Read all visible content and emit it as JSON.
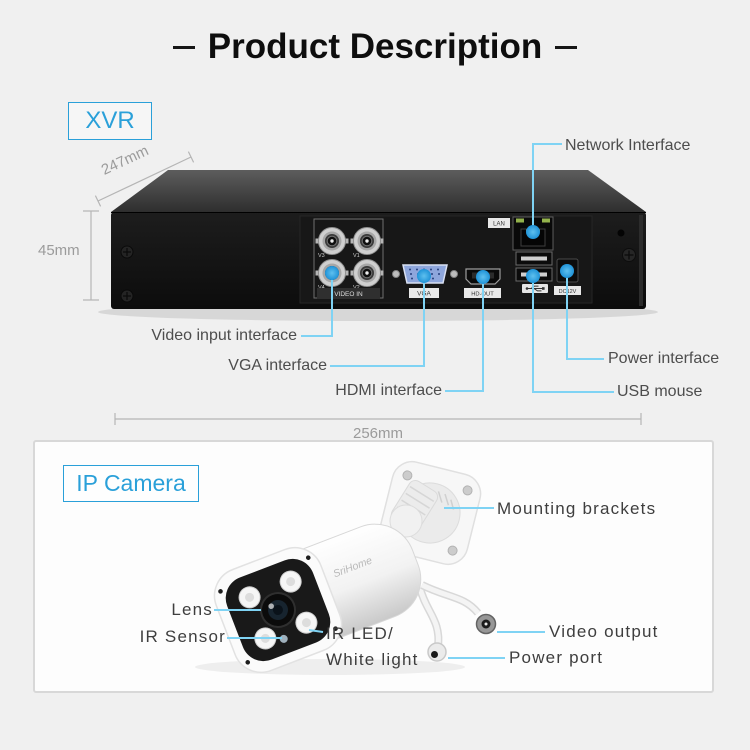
{
  "header": {
    "title": "Product Description"
  },
  "theme": {
    "background": "#f0f0f0",
    "accent_blue": "#2aa0d9",
    "callout_line_color": "#7fd3f4",
    "callout_dot_color": "#2f9fdf",
    "label_color": "#4d4d4d",
    "dimension_color": "#9b9b9b"
  },
  "xvr": {
    "badge_label": "XVR",
    "dimensions": {
      "depth": "247mm",
      "height": "45mm",
      "width": "256mm"
    },
    "ports": {
      "video_in_label": "VIDEO IN",
      "bnc_labels": [
        "V3",
        "V1",
        "V4",
        "V2"
      ],
      "vga_label": "VGA",
      "hdmi_label": "HD-OUT",
      "lan_label": "LAN",
      "power_label": "DC12V"
    },
    "callouts": {
      "network": "Network Interface",
      "video_input": "Video input interface",
      "vga": "VGA interface",
      "hdmi": "HDMI interface",
      "power": "Power interface",
      "usb": "USB mouse"
    }
  },
  "camera": {
    "badge_label": "IP Camera",
    "brand": "SriHome",
    "callouts": {
      "mounting": "Mounting brackets",
      "lens": "Lens",
      "ir_sensor": "IR Sensor",
      "ir_led_line1": "IR LED/",
      "ir_led_line2": "White light",
      "video_output": "Video output",
      "power_port": "Power port"
    }
  }
}
